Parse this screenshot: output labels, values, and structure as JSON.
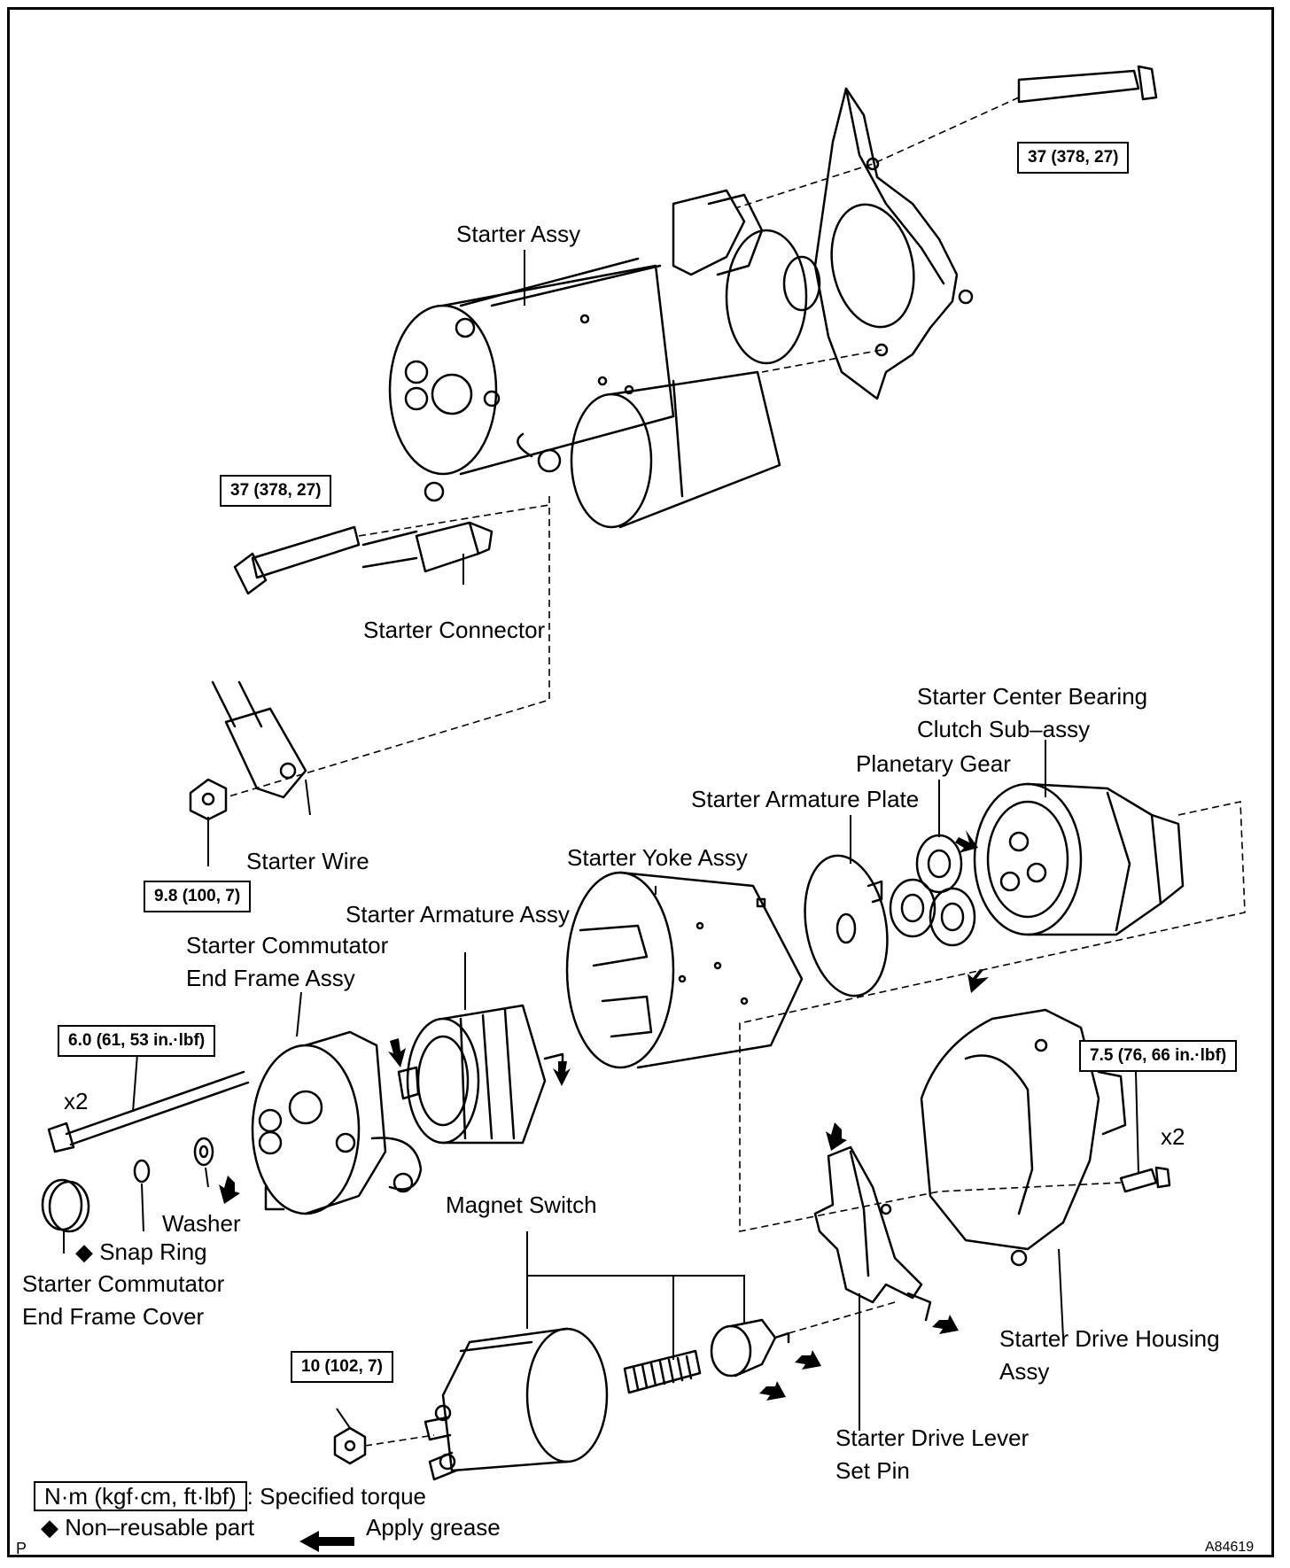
{
  "labels": {
    "starter_assy": "Starter Assy",
    "starter_connector": "Starter Connector",
    "starter_wire": "Starter Wire",
    "center_bearing_line1": "Starter Center Bearing",
    "center_bearing_line2": "Clutch Sub–assy",
    "planetary_gear": "Planetary Gear",
    "armature_plate": "Starter Armature Plate",
    "yoke_assy": "Starter Yoke Assy",
    "armature_assy": "Starter Armature Assy",
    "commutator_end_frame_line1": "Starter Commutator",
    "commutator_end_frame_line2": "End Frame Assy",
    "washer": "Washer",
    "snap_ring": "◆ Snap Ring",
    "end_frame_cover_line1": "Starter Commutator",
    "end_frame_cover_line2": "End Frame Cover",
    "magnet_switch": "Magnet Switch",
    "drive_housing_line1": "Starter Drive Housing",
    "drive_housing_line2": "Assy",
    "drive_lever_line1": "Starter Drive Lever",
    "drive_lever_line2": "Set Pin"
  },
  "torques": {
    "top_bolt": "37 (378, 27)",
    "lower_bolt": "37 (378, 27)",
    "wire_nut": "9.8 (100, 7)",
    "through_bolt": "6.0 (61, 53 in.·lbf)",
    "housing_bolt": "7.5 (76, 66 in.·lbf)",
    "switch_nut": "10 (102, 7)"
  },
  "quantities": {
    "through_bolt": "x2",
    "housing_bolt": "x2"
  },
  "legend": {
    "unit_box": "N·m (kgf·cm, ft·lbf)",
    "unit_desc": ": Specified torque",
    "nonreusable": "◆ Non–reusable part",
    "grease": "Apply grease"
  },
  "corner": {
    "left": "P",
    "figure_id": "A84619"
  }
}
